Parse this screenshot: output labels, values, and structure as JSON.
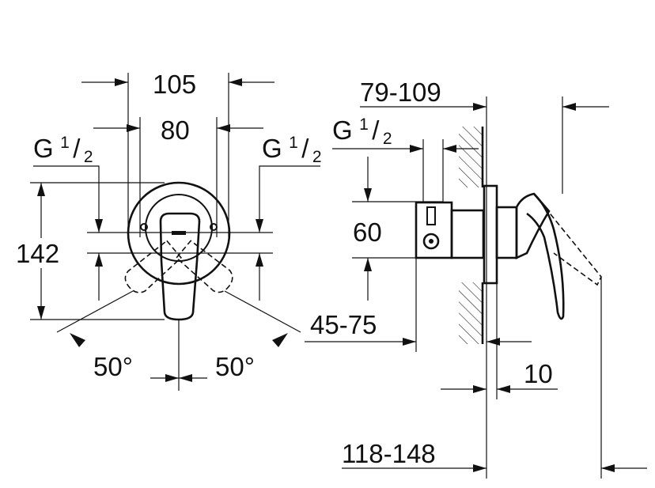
{
  "front_view": {
    "width_overall": "105",
    "width_inner": "80",
    "thread_left": {
      "g": "G",
      "num": "1",
      "slash": "/",
      "den": "2"
    },
    "thread_right": {
      "g": "G",
      "num": "1",
      "slash": "/",
      "den": "2"
    },
    "height": "142",
    "angle_left": "50°",
    "angle_right": "50°"
  },
  "side_view": {
    "depth_range": "79-109",
    "thread": {
      "g": "G",
      "num": "1",
      "slash": "/",
      "den": "2"
    },
    "connection_spacing": "60",
    "inset_range": "45-75",
    "plate_thickness": "10",
    "total_depth_range": "118-148"
  }
}
